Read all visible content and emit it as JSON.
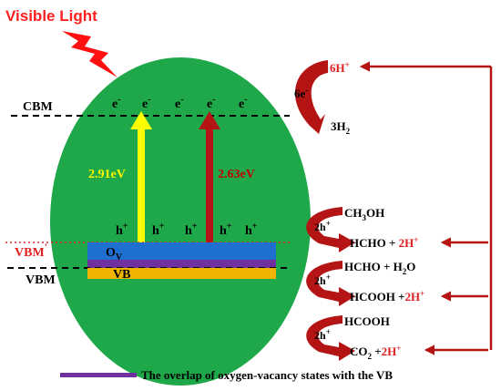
{
  "title": "Visible Light",
  "levels": {
    "cbm": "CBM",
    "vbm_shift_main": "VBM",
    "vbm_shift_sup": "'",
    "vbm": "VBM"
  },
  "bands": {
    "ov_main": "O",
    "ov_sub": "V",
    "vb": "VB"
  },
  "electron": {
    "base": "e",
    "sup": "-"
  },
  "hole": {
    "base": "h",
    "sup": "+"
  },
  "gaps": {
    "yellow": "2.91eV",
    "red": "2.63eV"
  },
  "reactions": {
    "h2": {
      "protons_coef": "6H",
      "protons_sup": "+",
      "electrons_base": "6e",
      "electrons_sup": "-",
      "product_main": "3H",
      "product_sub": "2"
    },
    "step1": {
      "reactant_main": "CH",
      "reactant_sub": "3",
      "reactant_tail": "OH",
      "holes_base": "2h",
      "holes_sup": "+",
      "product": "HCHO + ",
      "protons_base": "2H",
      "protons_sup": "+"
    },
    "step2": {
      "reactant_main": "HCHO + H",
      "reactant_sub": "2",
      "reactant_tail": "O",
      "holes_base": "2h",
      "holes_sup": "+",
      "product": "HCOOH +",
      "protons_base": "2H",
      "protons_sup": "+"
    },
    "step3": {
      "reactant": "HCOOH",
      "holes_base": "2h",
      "holes_sup": "+",
      "product_main": "CO",
      "product_sub": "2",
      "product_plus": " +",
      "protons_base": "2H",
      "protons_sup": "+"
    }
  },
  "legend": {
    "label": "The overlap of oxygen-vacancy states with the VB",
    "color": "#7030a0"
  },
  "colors": {
    "particle": "#1fa84a",
    "ov_band": "#1f6fd1",
    "vb_band": "#f0b400",
    "yellow_arrow": "#ffff00",
    "red_arrow": "#b41414",
    "reaction_arrow": "#b41414",
    "highlight_text": "#e02020",
    "yellow_text": "#f7f700",
    "red_text": "#c00000"
  }
}
